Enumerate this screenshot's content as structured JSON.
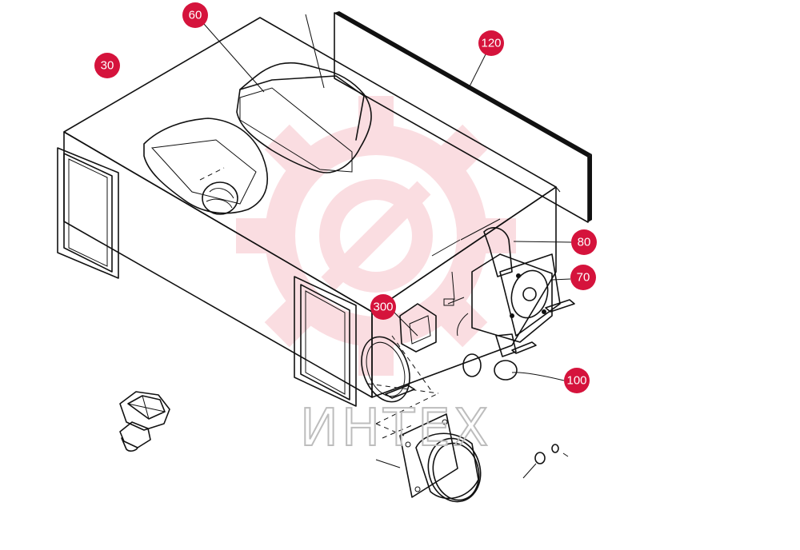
{
  "watermark": {
    "text": "ИНТЕХ"
  },
  "colors": {
    "callout_fill": "#d5133c",
    "callout_text": "#ffffff",
    "line": "#111111",
    "watermark_logo": "#f7c3c9"
  },
  "callouts": [
    {
      "id": "30",
      "label": "30"
    },
    {
      "id": "60",
      "label": "60"
    },
    {
      "id": "120",
      "label": "120"
    },
    {
      "id": "80",
      "label": "80"
    },
    {
      "id": "70",
      "label": "70"
    },
    {
      "id": "300",
      "label": "300"
    },
    {
      "id": "100",
      "label": "100"
    }
  ]
}
